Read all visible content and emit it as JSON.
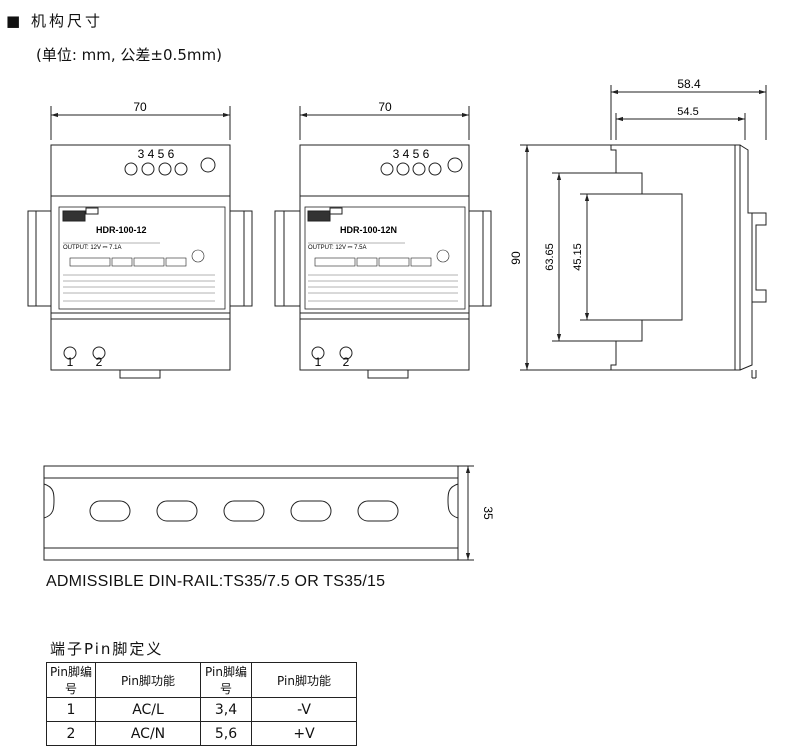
{
  "header": {
    "title": "■ 机构尺寸",
    "units": "(单位: mm, 公差±0.5mm)"
  },
  "front_left": {
    "width_dim": "70",
    "top_pins": "3 4 5 6",
    "bottom_pin_1": "1",
    "bottom_pin_2": "2",
    "model": "HDR-100-12",
    "output_rating": "OUTPUT: 12V ⎓ 7.1A"
  },
  "front_right": {
    "width_dim": "70",
    "top_pins": "3 4 5 6",
    "bottom_pin_1": "1",
    "bottom_pin_2": "2",
    "model": "HDR-100-12N",
    "output_rating": "OUTPUT: 12V ⎓ 7.5A"
  },
  "side": {
    "total_depth": "58.4",
    "inner_depth": "54.5",
    "height": "90",
    "dim_63": "63.65",
    "dim_45": "45.15"
  },
  "rail": {
    "height_dim": "35",
    "caption": "ADMISSIBLE DIN-RAIL:TS35/7.5 OR TS35/15"
  },
  "pin_table": {
    "title": "端子Pin脚定义",
    "headers": [
      "Pin脚编号",
      "Pin脚功能",
      "Pin脚编号",
      "Pin脚功能"
    ],
    "rows": [
      [
        "1",
        "AC/L",
        "3,4",
        "-V"
      ],
      [
        "2",
        "AC/N",
        "5,6",
        "+V"
      ]
    ]
  }
}
